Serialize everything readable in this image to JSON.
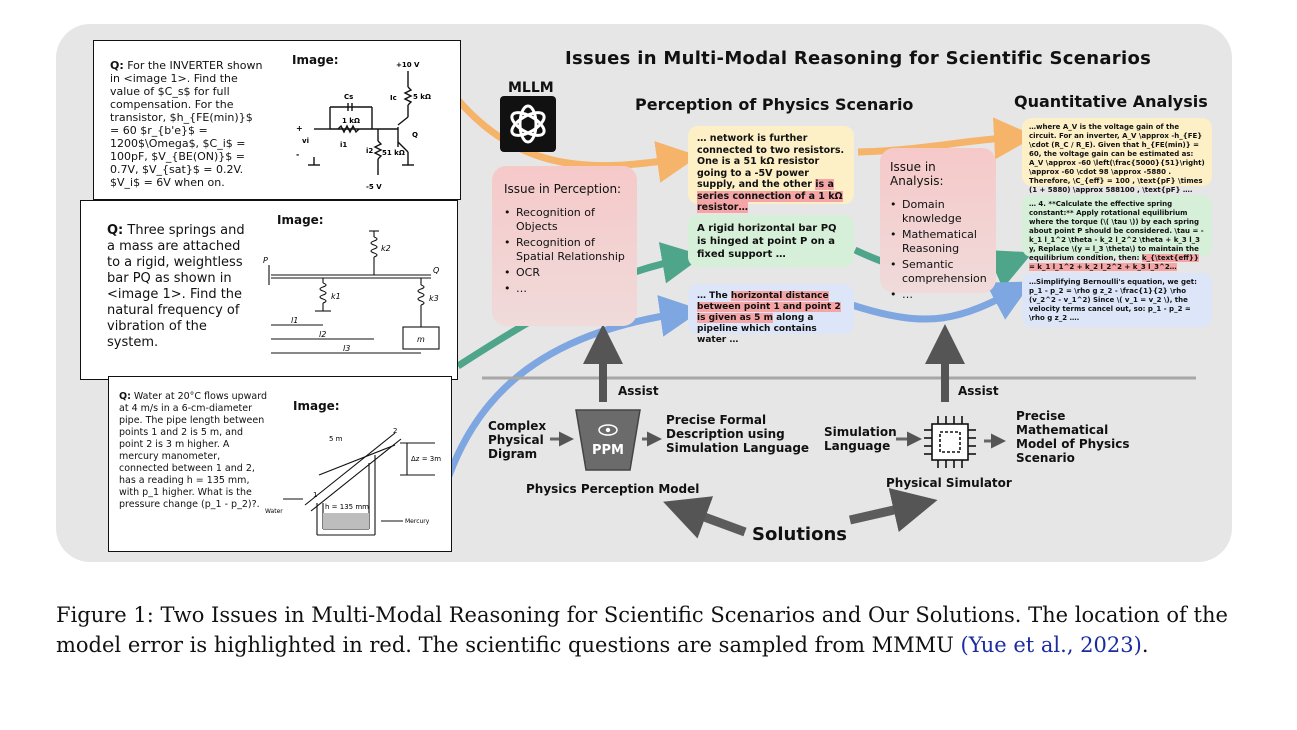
{
  "title": "Issues in Multi-Modal Reasoning for Scientific Scenarios",
  "mllm_label": "MLLM",
  "questions": [
    {
      "prefix": "Q:",
      "text": " For the INVERTER shown in <image 1>. Find the value of $C_s$ for full compensation. For the transistor, $h_{FE(min)}$ = 60 $r_{b'e}$ = 1200$\\Omega$, $C_i$ = 100pF, $V_{BE(ON)}$ = 0.7V, $V_{sat}$ = 0.2V. $V_i$ = 6V when on.",
      "image_label": "Image:",
      "circuit": {
        "vcc": "+10 V",
        "vee": "-5 V",
        "r_top": "5 kΩ",
        "r_mid": "1 kΩ",
        "r_bot": "51 kΩ",
        "q": "Q",
        "cap": "Cs",
        "i1": "i1",
        "i2": "i2",
        "ic": "Ic",
        "vi": "vi",
        "plus": "+",
        "minus": "-"
      }
    },
    {
      "prefix": "Q:",
      "text": " Three springs and a mass are attached to a rigid, weightless bar PQ as shown in <image 1>. Find the natural frequency of vibration of the system.",
      "image_label": "Image:",
      "diagram": {
        "p": "P",
        "q": "Q",
        "k1": "k1",
        "k2": "k2",
        "k3": "k3",
        "l1": "l1",
        "l2": "l2",
        "l3": "l3",
        "m": "m"
      }
    },
    {
      "prefix": "Q:",
      "text": " Water at 20°C flows upward at 4 m/s in a 6-cm-diameter pipe. The pipe length between points 1 and 2 is 5 m, and point 2 is 3 m higher. A mercury manometer, connected between 1 and 2, has a reading h = 135 mm, with p_1 higher. What is the pressure change (p_1 - p_2)?.",
      "image_label": "Image:",
      "diagram": {
        "len": "5 m",
        "dz": "Δz = 3m",
        "h": "h = 135 mm",
        "water": "Water",
        "mercury": "Mercury",
        "pt1": "1",
        "pt2": "2"
      }
    }
  ],
  "perception": {
    "title": "Perception of Physics Scenario",
    "issue_title": "Issue in Perception:",
    "issues": [
      "Recognition of Objects",
      "Recognition of Spatial Relationship",
      "OCR",
      "…"
    ],
    "bubble1": {
      "pre": "… network is further connected to two resistors. One is a 51 kΩ resistor going to a -5V power supply, and the other ",
      "hl": "is a series connection of a 1 kΩ resistor…",
      "post": ""
    },
    "bubble2": {
      "text": "A rigid horizontal bar PQ is hinged at point P on a fixed support …"
    },
    "bubble3": {
      "pre": "… The ",
      "hl": "horizontal distance between point 1 and point 2 is given as 5 m",
      "post": " along a pipeline which contains water …"
    }
  },
  "analysis": {
    "title": "Quantitative Analysis",
    "issue_title": "Issue in Analysis:",
    "issues": [
      "Domain knowledge",
      "Mathematical Reasoning",
      "Semantic comprehension",
      "…"
    ],
    "bubble1": "…where A_V is the voltage gain of the circuit. For an inverter, A_V \\approx -h_{FE} \\cdot (R_C / R_E). Given that h_{FE(min)} = 60, the voltage gain can be estimated as: A_V \\approx -60 \\left(\\frac{5000}{51}\\right) \\approx -60 \\cdot 98 \\approx -5880 . Therefore, \\C_{eff} = 100 , \\text{pF} \\times (1 + 5880) \\approx 588100 , \\text{pF} ….",
    "bubble2": {
      "pre": "… 4. **Calculate the effective spring constant:** Apply rotational equilibrium where the torque (\\( \\tau \\)) by each spring about point P should be considered. \\tau = -k_1 l_1^2 \\theta - k_2 l_2^2 \\theta + k_3 l_3 y, Replace \\(y = l_3 \\theta\\) to maintain the equilibrium condition, then: ",
      "hl": "k_{\\text{eff}} = k_1 l_1^2 + k_2 l_2^2 + k_3 l_3^2…",
      "post": ""
    },
    "bubble3": "…Simplifying Bernoulli's equation, we get: p_1 - p_2 = \\rho g z_2 - \\frac{1}{2} \\rho (v_2^2 - v_1^2) Since \\( v_1 = v_2 \\), the velocity terms cancel out, so: p_1 - p_2 = \\rho g z_2 …."
  },
  "solutions": {
    "assist_left": "Assist",
    "assist_right": "Assist",
    "input_left": "Complex Physical Digram",
    "ppm_label": "PPM",
    "output_left": "Precise Formal Description using Simulation Language",
    "ppm_name": "Physics Perception Model",
    "input_right": "Simulation Language",
    "output_right": "Precise Mathematical Model of Physics Scenario",
    "sim_name": "Physical Simulator",
    "title": "Solutions"
  },
  "caption": {
    "text": "Figure 1:   Two Issues in Multi-Modal Reasoning for Scientific Scenarios and Our Solutions. The location of the model error is highlighted in red. The scientific questions are sampled from MMMU ",
    "cite": "(Yue et al., 2023)",
    "end": "."
  },
  "colors": {
    "panel": "#e6e6e6",
    "orange": "#f6b36a",
    "green": "#4fa58a",
    "blue": "#7ea6e0",
    "yellow_bubble": "#fdf0c7",
    "green_bubble": "#d6efd8",
    "blue_bubble": "#dce6f8",
    "red_box": "#f6c9c9",
    "highlight": "#f5a5a5",
    "cite": "#1a2ca0"
  }
}
